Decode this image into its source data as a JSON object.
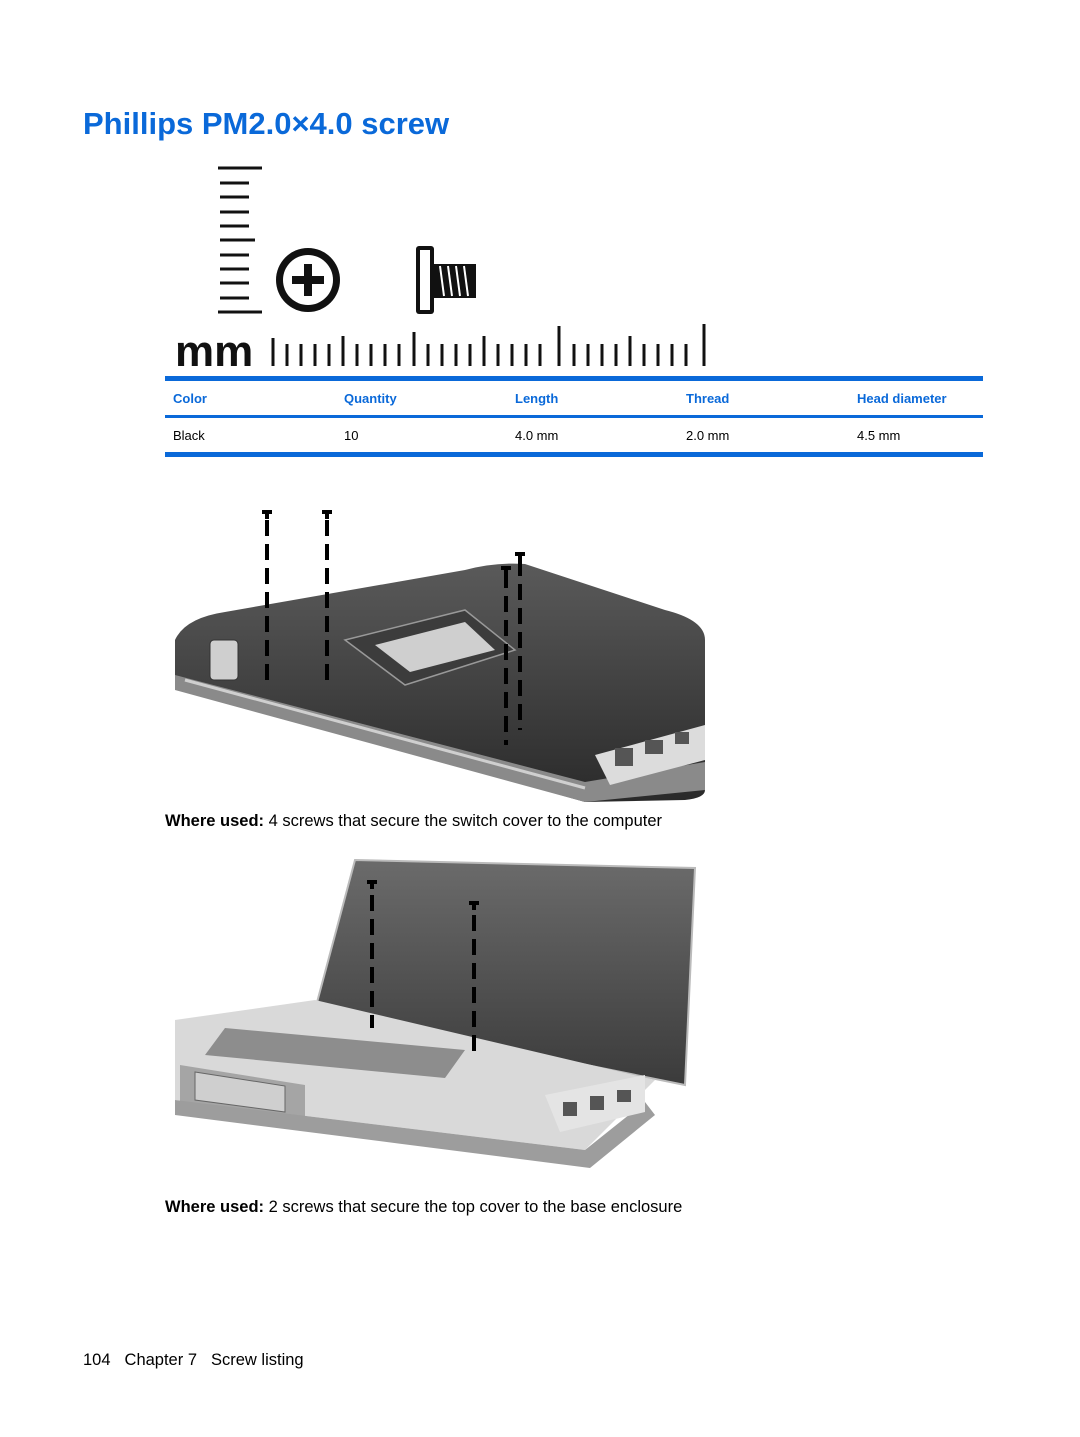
{
  "page_title": "Phillips PM2.0×4.0 screw",
  "ruler_unit": "mm",
  "table": {
    "headers": [
      "Color",
      "Quantity",
      "Length",
      "Thread",
      "Head diameter"
    ],
    "rows": [
      [
        "Black",
        "10",
        "4.0 mm",
        "2.0 mm",
        "4.5 mm"
      ]
    ]
  },
  "figures": [
    {
      "where_label": "Where used:",
      "description": " 4 screws that secure the switch cover to the computer"
    },
    {
      "where_label": "Where used:",
      "description": " 2 screws that secure the top cover to the base enclosure"
    }
  ],
  "footer": {
    "page_number": "104",
    "chapter": "Chapter 7",
    "section": "Screw listing"
  },
  "colors": {
    "accent": "#0a69d9"
  }
}
